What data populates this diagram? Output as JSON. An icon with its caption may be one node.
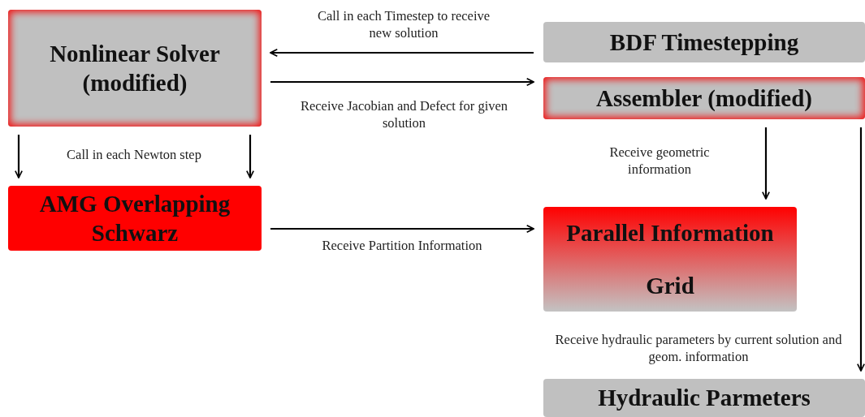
{
  "diagram": {
    "nodes": [
      {
        "text": [
          "Nonlinear Solver (modified)"
        ]
      },
      {
        "text": [
          "BDF Timestepping"
        ]
      },
      {
        "text": [
          "Assembler (modified)"
        ]
      },
      {
        "text": [
          "AMG Overlapping Schwarz"
        ]
      },
      {
        "text": [
          "Parallel Information",
          "Grid"
        ]
      },
      {
        "text": [
          "Hydraulic Parmeters"
        ]
      }
    ],
    "edges": [
      {
        "from": 1,
        "to": 0,
        "arrow": "to",
        "label": "Call in each Timestep to receive new solution"
      },
      {
        "from": 0,
        "to": 2,
        "arrow": "to",
        "label": "Receive Jacobian and Defect for given solution"
      },
      {
        "from": 0,
        "to": 3,
        "arrow": "to",
        "label": "Call in each Newton step"
      },
      {
        "from": 0,
        "to": 3,
        "arrow": "to"
      },
      {
        "from": 3,
        "to": 4,
        "arrow": "to",
        "label": "Receive Partition Information"
      },
      {
        "from": 2,
        "to": 4,
        "arrow": "to",
        "label": "Receive geometric information"
      },
      {
        "from": 2,
        "to": 5,
        "arrow": "to",
        "label": "Receive hydraulic parameters by current solution and geom. information"
      }
    ]
  }
}
